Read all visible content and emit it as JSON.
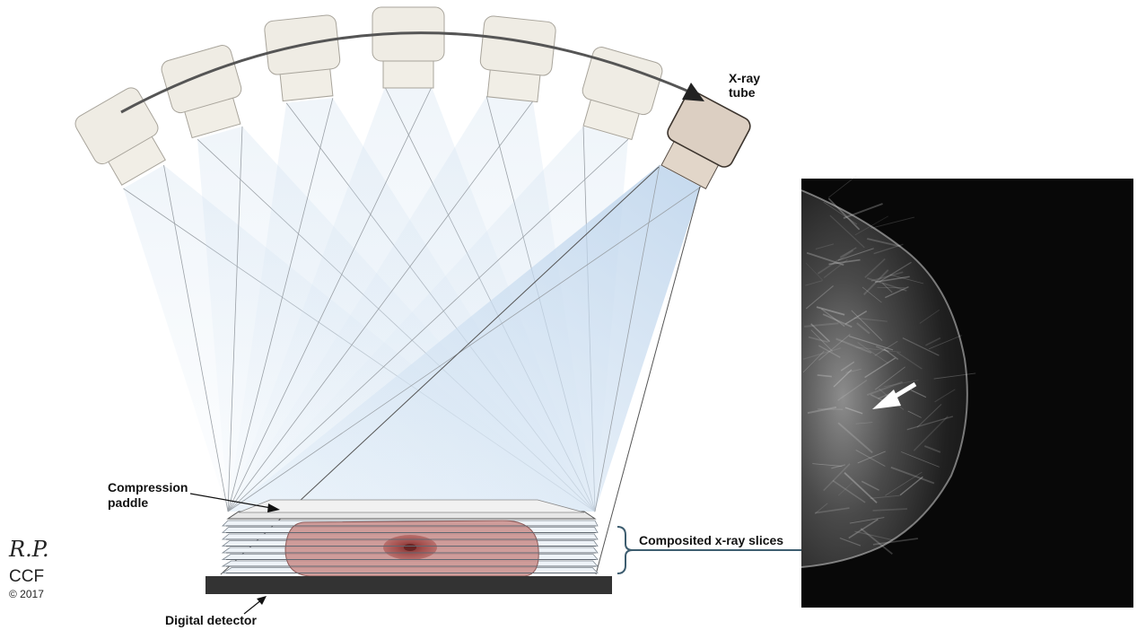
{
  "labels": {
    "xray_tube": [
      "X-ray",
      "tube"
    ],
    "compression_paddle": [
      "Compression",
      "paddle"
    ],
    "digital_detector": "Digital detector",
    "composited_slices": "Composited x-ray slices"
  },
  "credit": {
    "initials": "R.P.",
    "org": "CCF",
    "copyright": "© 2017"
  },
  "diagram": {
    "tube_positions": 7,
    "slice_count": 8
  },
  "colors": {
    "tube_fill": "#efece4",
    "tube_active_fill": "#dccfc2",
    "tube_stroke": "#6d6a63",
    "beam": "#c9dced",
    "breast_tissue": "#c98c8a",
    "lesion": "#a2504e",
    "detector": "#333333",
    "bracket": "#3d5d6f",
    "mammogram_bg": "#080808"
  },
  "icons": {
    "sweep_arrow": "arc-arrow-icon",
    "lesion_marker": "white-arrow-icon"
  }
}
